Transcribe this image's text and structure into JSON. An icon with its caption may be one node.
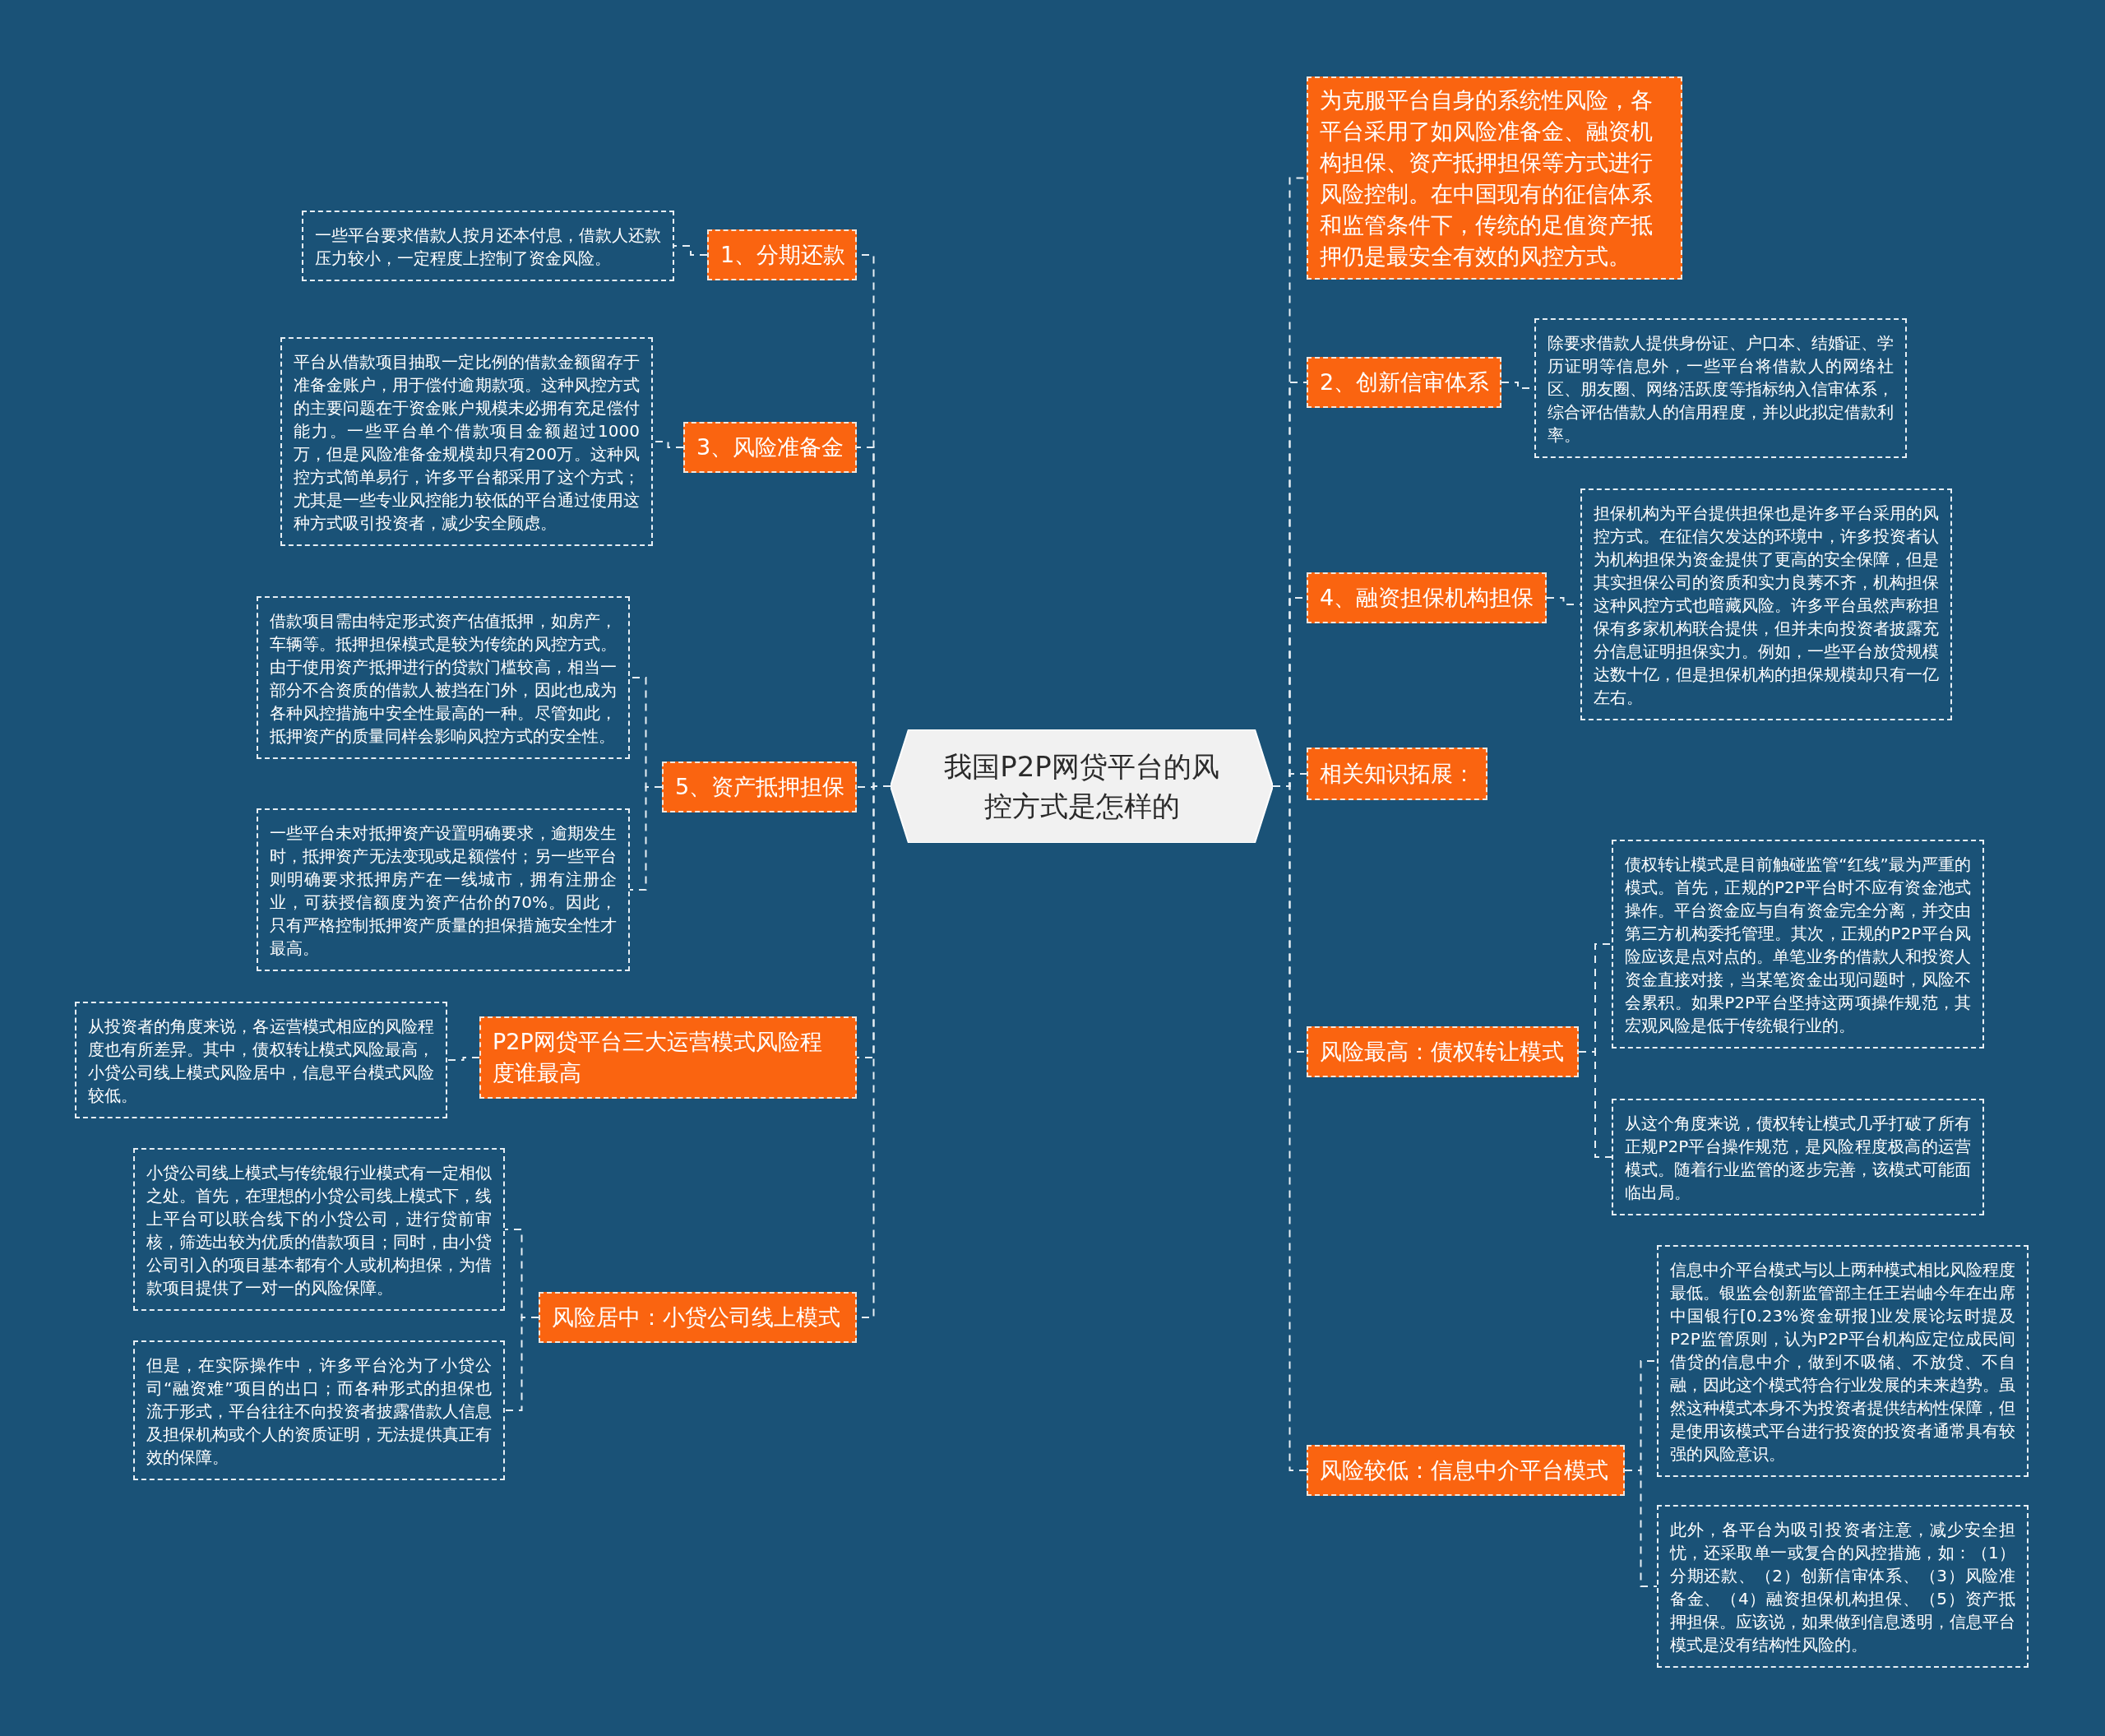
{
  "diagram": {
    "nodes": [
      {
        "text": [
          "我国P2P网贷平台的风控方式是怎样的"
        ]
      },
      {
        "text": [
          "1、分期还款"
        ]
      },
      {
        "text": [
          "一些平台要求借款人按月还本付息，借款人还款压力较小，一定程度上控制了资金风险。"
        ]
      },
      {
        "text": [
          "3、风险准备金"
        ]
      },
      {
        "text": [
          "平台从借款项目抽取一定比例的借款金额留存于准备金账户，用于偿付逾期款项。这种风控方式的主要问题在于资金账户规模未必拥有充足偿付能力。一些平台单个借款项目金额超过1000万，但是风险准备金规模却只有200万。这种风控方式简单易行，许多平台都采用了这个方式；尤其是一些专业风控能力较低的平台通过使用这种方式吸引投资者，减少安全顾虑。"
        ]
      },
      {
        "text": [
          "5、资产抵押担保"
        ]
      },
      {
        "text": [
          "借款项目需由特定形式资产估值抵押，如房产，车辆等。抵押担保模式是较为传统的风控方式。由于使用资产抵押进行的贷款门槛较高，相当一部分不合资质的借款人被挡在门外，因此也成为各种风控措施中安全性最高的一种。尽管如此，抵押资产的质量同样会影响风控方式的安全性。"
        ]
      },
      {
        "text": [
          "一些平台未对抵押资产设置明确要求，逾期发生时，抵押资产无法变现或足额偿付；另一些平台则明确要求抵押房产在一线城市，拥有注册企业，可获授信额度为资产估价的70%。因此，只有严格控制抵押资产质量的担保措施安全性才最高。"
        ]
      },
      {
        "text": [
          "P2P网贷平台三大运营模式风险程度谁最高"
        ]
      },
      {
        "text": [
          "从投资者的角度来说，各运营模式相应的风险程度也有所差异。其中，债权转让模式风险最高，小贷公司线上模式风险居中，信息平台模式风险较低。"
        ]
      },
      {
        "text": [
          "风险居中：小贷公司线上模式"
        ]
      },
      {
        "text": [
          "小贷公司线上模式与传统银行业模式有一定相似之处。首先，在理想的小贷公司线上模式下，线上平台可以联合线下的小贷公司，进行贷前审核，筛选出较为优质的借款项目；同时，由小贷公司引入的项目基本都有个人或机构担保，为借款项目提供了一对一的风险保障。"
        ]
      },
      {
        "text": [
          "但是，在实际操作中，许多平台沦为了小贷公司“融资难”项目的出口；而各种形式的担保也流于形式，平台往往不向投资者披露借款人信息及担保机构或个人的资质证明，无法提供真正有效的保障。"
        ]
      },
      {
        "text": [
          "为克服平台自身的系统性风险，各平台采用了如风险准备金、融资机构担保、资产抵押担保等方式进行风险控制。在中国现有的征信体系和监管条件下，传统的足值资产抵押仍是最安全有效的风控方式。"
        ]
      },
      {
        "text": [
          "2、创新信审体系"
        ]
      },
      {
        "text": [
          "除要求借款人提供身份证、户口本、结婚证、学历证明等信息外，一些平台将借款人的网络社区、朋友圈、网络活跃度等指标纳入信审体系，综合评估借款人的信用程度，并以此拟定借款利率。"
        ]
      },
      {
        "text": [
          "4、融资担保机构担保"
        ]
      },
      {
        "text": [
          "担保机构为平台提供担保也是许多平台采用的风控方式。在征信欠发达的环境中，许多投资者认为机构担保为资金提供了更高的安全保障，但是其实担保公司的资质和实力良莠不齐，机构担保这种风控方式也暗藏风险。许多平台虽然声称担保有多家机构联合提供，但并未向投资者披露充分信息证明担保实力。例如，一些平台放贷规模达数十亿，但是担保机构的担保规模却只有一亿左右。"
        ]
      },
      {
        "text": [
          "相关知识拓展："
        ]
      },
      {
        "text": [
          "风险最高：债权转让模式"
        ]
      },
      {
        "text": [
          "债权转让模式是目前触碰监管“红线”最为严重的模式。首先，正规的P2P平台时不应有资金池式操作。平台资金应与自有资金完全分离，并交由第三方机构委托管理。其次，正规的P2P平台风险应该是点对点的。单笔业务的借款人和投资人资金直接对接，当某笔资金出现问题时，风险不会累积。如果P2P平台坚持这两项操作规范，其宏观风险是低于传统银行业的。"
        ]
      },
      {
        "text": [
          "从这个角度来说，债权转让模式几乎打破了所有正规P2P平台操作规范，是风险程度极高的运营模式。随着行业监管的逐步完善，该模式可能面临出局。"
        ]
      },
      {
        "text": [
          "风险较低：信息中介平台模式"
        ]
      },
      {
        "text": [
          "信息中介平台模式与以上两种模式相比风险程度最低。银监会创新监管部主任王岩岫今年在出席中国银行[0.23%资金研报]业发展论坛时提及P2P监管原则，认为P2P平台机构应定位成民间借贷的信息中介，做到不吸储、不放贷、不自融，因此这个模式符合行业发展的未来趋势。虽然这种模式本身不为投资者提供结构性保障，但是使用该模式平台进行投资的投资者通常具有较强的风险意识。"
        ]
      },
      {
        "text": [
          "此外，各平台为吸引投资者注意，减少安全担忧，还采取单一或复合的风控措施，如：（1）分期还款、（2）创新信审体系、（3）风险准备金、（4）融资担保机构担保、（5）资产抵押担保。应该说，如果做到信息透明，信息平台模式是没有结构性风险的。"
        ]
      }
    ],
    "edges": [
      {
        "from": 0,
        "to": 1,
        "arrow": "none"
      },
      {
        "from": 0,
        "to": 3,
        "arrow": "none"
      },
      {
        "from": 0,
        "to": 5,
        "arrow": "none"
      },
      {
        "from": 0,
        "to": 8,
        "arrow": "none"
      },
      {
        "from": 0,
        "to": 10,
        "arrow": "none"
      },
      {
        "from": 0,
        "to": 13,
        "arrow": "none"
      },
      {
        "from": 0,
        "to": 14,
        "arrow": "none"
      },
      {
        "from": 0,
        "to": 16,
        "arrow": "none"
      },
      {
        "from": 0,
        "to": 18,
        "arrow": "none"
      },
      {
        "from": 0,
        "to": 19,
        "arrow": "none"
      },
      {
        "from": 0,
        "to": 22,
        "arrow": "none"
      },
      {
        "from": 1,
        "to": 2,
        "arrow": "none"
      },
      {
        "from": 3,
        "to": 4,
        "arrow": "none"
      },
      {
        "from": 5,
        "to": 6,
        "arrow": "none"
      },
      {
        "from": 5,
        "to": 7,
        "arrow": "none"
      },
      {
        "from": 8,
        "to": 9,
        "arrow": "none"
      },
      {
        "from": 10,
        "to": 11,
        "arrow": "none"
      },
      {
        "from": 10,
        "to": 12,
        "arrow": "none"
      },
      {
        "from": 14,
        "to": 15,
        "arrow": "none"
      },
      {
        "from": 16,
        "to": 17,
        "arrow": "none"
      },
      {
        "from": 19,
        "to": 20,
        "arrow": "none"
      },
      {
        "from": 19,
        "to": 21,
        "arrow": "none"
      },
      {
        "from": 22,
        "to": 23,
        "arrow": "none"
      },
      {
        "from": 22,
        "to": 24,
        "arrow": "none"
      }
    ]
  }
}
